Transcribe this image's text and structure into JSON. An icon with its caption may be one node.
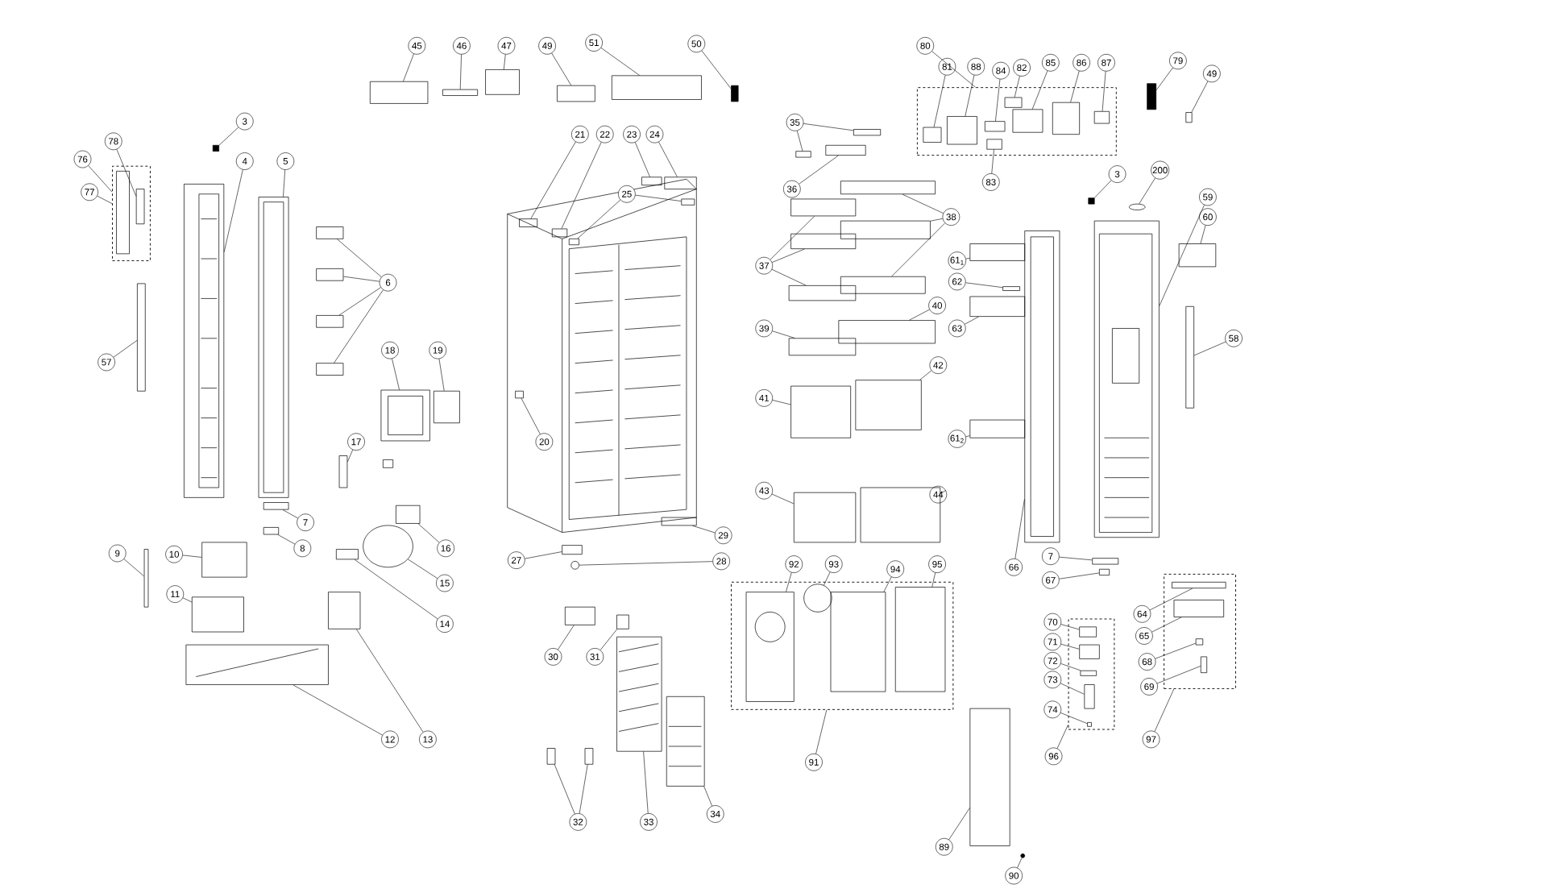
{
  "diagram": {
    "nodes": [
      {
        "text": [],
        "shape": "box"
      },
      {
        "text": [],
        "shape": "box"
      },
      {
        "text": [],
        "shape": "box"
      },
      {
        "text": [],
        "shape": "box"
      },
      {
        "text": [],
        "shape": "box"
      },
      {
        "text": [
          "45"
        ]
      },
      {
        "text": [
          "46"
        ]
      },
      {
        "text": [
          "47"
        ]
      },
      {
        "text": [
          "49"
        ]
      },
      {
        "text": [
          "51"
        ]
      },
      {
        "text": [
          "50"
        ]
      },
      {
        "text": [
          "80"
        ]
      },
      {
        "text": [
          "81"
        ]
      },
      {
        "text": [
          "88"
        ]
      },
      {
        "text": [
          "84"
        ]
      },
      {
        "text": [
          "82"
        ]
      },
      {
        "text": [
          "85"
        ]
      },
      {
        "text": [
          "86"
        ]
      },
      {
        "text": [
          "87"
        ]
      },
      {
        "text": [
          "83"
        ]
      },
      {
        "text": [
          "79"
        ]
      },
      {
        "text": [
          "49"
        ]
      },
      {
        "text": [
          "3"
        ]
      },
      {
        "text": [
          "78"
        ]
      },
      {
        "text": [
          "76"
        ]
      },
      {
        "text": [
          "77"
        ]
      },
      {
        "text": [
          "4"
        ]
      },
      {
        "text": [
          "5"
        ]
      },
      {
        "text": [
          "6"
        ]
      },
      {
        "text": [
          "57"
        ]
      },
      {
        "text": [
          "18"
        ]
      },
      {
        "text": [
          "19"
        ]
      },
      {
        "text": [
          "17"
        ]
      },
      {
        "text": [
          "20"
        ]
      },
      {
        "text": [
          "21"
        ]
      },
      {
        "text": [
          "22"
        ]
      },
      {
        "text": [
          "23"
        ]
      },
      {
        "text": [
          "24"
        ]
      },
      {
        "text": [
          "25"
        ]
      },
      {
        "text": [
          "35"
        ]
      },
      {
        "text": [
          "36"
        ]
      },
      {
        "text": [
          "37"
        ]
      },
      {
        "text": [
          "38"
        ]
      },
      {
        "text": [
          "39"
        ]
      },
      {
        "text": [
          "40"
        ]
      },
      {
        "text": [
          "41"
        ]
      },
      {
        "text": [
          "42"
        ]
      },
      {
        "text": [
          "43"
        ]
      },
      {
        "text": [
          "44"
        ]
      },
      {
        "text": [
          "3"
        ]
      },
      {
        "text": [
          "200"
        ]
      },
      {
        "text": [
          "59"
        ]
      },
      {
        "text": [
          "60"
        ]
      },
      {
        "text": [
          "61$_{1}$"
        ]
      },
      {
        "text": [
          "62"
        ]
      },
      {
        "text": [
          "63"
        ]
      },
      {
        "text": [
          "61$_{2}$"
        ]
      },
      {
        "text": [
          "58"
        ]
      },
      {
        "text": [
          "66"
        ]
      },
      {
        "text": [
          "7"
        ]
      },
      {
        "text": [
          "67"
        ]
      },
      {
        "text": [
          "7"
        ]
      },
      {
        "text": [
          "8"
        ]
      },
      {
        "text": [
          "16"
        ]
      },
      {
        "text": [
          "15"
        ]
      },
      {
        "text": [
          "14"
        ]
      },
      {
        "text": [
          "9"
        ]
      },
      {
        "text": [
          "10"
        ]
      },
      {
        "text": [
          "11"
        ]
      },
      {
        "text": [
          "29"
        ]
      },
      {
        "text": [
          "27"
        ]
      },
      {
        "text": [
          "28"
        ]
      },
      {
        "text": [
          "92"
        ]
      },
      {
        "text": [
          "93"
        ]
      },
      {
        "text": [
          "94"
        ]
      },
      {
        "text": [
          "95"
        ]
      },
      {
        "text": [
          "70"
        ]
      },
      {
        "text": [
          "71"
        ]
      },
      {
        "text": [
          "72"
        ]
      },
      {
        "text": [
          "73"
        ]
      },
      {
        "text": [
          "74"
        ]
      },
      {
        "text": [
          "64"
        ]
      },
      {
        "text": [
          "65"
        ]
      },
      {
        "text": [
          "68"
        ]
      },
      {
        "text": [
          "69"
        ]
      },
      {
        "text": [
          "30"
        ]
      },
      {
        "text": [
          "31"
        ]
      },
      {
        "text": [
          "12"
        ]
      },
      {
        "text": [
          "13"
        ]
      },
      {
        "text": [
          "91"
        ]
      },
      {
        "text": [
          "96"
        ]
      },
      {
        "text": [
          "97"
        ]
      },
      {
        "text": [
          "32"
        ]
      },
      {
        "text": [
          "33"
        ]
      },
      {
        "text": [
          "34"
        ]
      },
      {
        "text": [
          "89"
        ]
      },
      {
        "text": [
          "90"
        ]
      },
      {
        "text": [],
        "shape": "box"
      },
      {
        "text": [],
        "shape": "box"
      },
      {
        "text": [],
        "shape": "box"
      },
      {
        "text": [],
        "shape": "box"
      },
      {
        "text": [],
        "shape": "box"
      },
      {
        "text": [],
        "shape": "box"
      },
      {
        "text": [],
        "shape": "box",
        "in": 0
      },
      {
        "text": [],
        "shape": "box",
        "in": 0
      },
      {
        "text": [],
        "shape": "box",
        "in": 0
      },
      {
        "text": [],
        "shape": "box",
        "in": 0
      },
      {
        "text": [],
        "shape": "box",
        "in": 0
      },
      {
        "text": [],
        "shape": "box",
        "in": 0
      },
      {
        "text": [],
        "shape": "box",
        "in": 0
      },
      {
        "text": [],
        "shape": "box",
        "in": 0
      },
      {
        "text": [],
        "shape": "box"
      },
      {
        "text": [],
        "shape": "box"
      },
      {
        "text": [],
        "shape": "box"
      },
      {
        "text": [],
        "shape": "box",
        "in": 1
      },
      {
        "text": [],
        "shape": "box"
      },
      {
        "text": [],
        "shape": "box"
      },
      {
        "text": [],
        "shape": "box"
      },
      {
        "text": [],
        "shape": "box"
      },
      {
        "text": [],
        "shape": "box"
      },
      {
        "text": [],
        "shape": "box"
      },
      {
        "text": [],
        "shape": "box"
      },
      {
        "text": [],
        "shape": "box"
      },
      {
        "text": [],
        "shape": "box"
      },
      {
        "text": [],
        "shape": "box"
      },
      {
        "text": [],
        "shape": "box"
      },
      {
        "text": [],
        "shape": "box"
      },
      {
        "text": [],
        "shape": "box"
      },
      {
        "text": [],
        "shape": "box"
      },
      {
        "text": [],
        "shape": "box"
      },
      {
        "text": [],
        "shape": "box"
      },
      {
        "text": [],
        "shape": "box"
      },
      {
        "text": [],
        "shape": "box"
      },
      {
        "text": [],
        "shape": "box"
      },
      {
        "text": [],
        "shape": "box"
      },
      {
        "text": [],
        "shape": "box"
      },
      {
        "text": [],
        "shape": "box"
      },
      {
        "text": [],
        "shape": "box"
      },
      {
        "text": [],
        "shape": "box"
      },
      {
        "text": [],
        "shape": "box"
      },
      {
        "text": [],
        "shape": "box"
      },
      {
        "text": [],
        "shape": "box"
      },
      {
        "text": [],
        "shape": "box"
      },
      {
        "text": [],
        "shape": "box"
      },
      {
        "text": [],
        "shape": "box"
      },
      {
        "text": [],
        "shape": "box"
      },
      {
        "text": [],
        "shape": "box"
      },
      {
        "text": [],
        "shape": "box"
      },
      {
        "text": [],
        "shape": "circle"
      },
      {
        "text": [],
        "shape": "box"
      },
      {
        "text": [],
        "shape": "box"
      },
      {
        "text": [],
        "shape": "box"
      },
      {
        "text": [],
        "shape": "box"
      },
      {
        "text": [],
        "shape": "box"
      },
      {
        "text": [],
        "shape": "box"
      },
      {
        "text": [],
        "shape": "box"
      },
      {
        "text": [],
        "shape": "box"
      },
      {
        "text": [],
        "shape": "box"
      },
      {
        "text": [],
        "shape": "box"
      },
      {
        "text": [],
        "shape": "box"
      },
      {
        "text": [],
        "shape": "box"
      },
      {
        "text": [],
        "shape": "box"
      },
      {
        "text": [],
        "shape": "circle"
      },
      {
        "text": [],
        "shape": "box"
      },
      {
        "text": [],
        "shape": "box"
      },
      {
        "text": [],
        "shape": "box"
      },
      {
        "text": [],
        "shape": "box"
      },
      {
        "text": [],
        "shape": "box"
      },
      {
        "text": [],
        "shape": "box"
      },
      {
        "text": [],
        "shape": "circle"
      },
      {
        "text": [],
        "shape": "box",
        "in": 2
      },
      {
        "text": [],
        "shape": "circle",
        "in": 2
      },
      {
        "text": [],
        "shape": "box",
        "in": 2
      },
      {
        "text": [],
        "shape": "box",
        "in": 2
      },
      {
        "text": [],
        "shape": "box",
        "in": 3
      },
      {
        "text": [],
        "shape": "box",
        "in": 3
      },
      {
        "text": [],
        "shape": "box",
        "in": 3
      },
      {
        "text": [],
        "shape": "box",
        "in": 3
      },
      {
        "text": [],
        "shape": "box",
        "in": 3
      },
      {
        "text": [],
        "shape": "box",
        "in": 4
      },
      {
        "text": [],
        "shape": "box",
        "in": 4
      },
      {
        "text": [],
        "shape": "box",
        "in": 4
      },
      {
        "text": [],
        "shape": "box",
        "in": 4
      },
      {
        "text": [],
        "shape": "box"
      },
      {
        "text": [],
        "shape": "box"
      },
      {
        "text": [],
        "shape": "box"
      },
      {
        "text": [],
        "shape": "box"
      },
      {
        "text": [],
        "shape": "box"
      },
      {
        "text": [],
        "shape": "box"
      },
      {
        "text": [],
        "shape": "box"
      },
      {
        "text": [],
        "shape": "box"
      },
      {
        "text": [],
        "shape": "box"
      },
      {
        "text": [],
        "shape": "circle"
      }
    ],
    "edges": [
      {
        "from": 5,
        "to": 97,
        "arrow": "none"
      },
      {
        "from": 6,
        "to": 98,
        "arrow": "none"
      },
      {
        "from": 7,
        "to": 99,
        "arrow": "none"
      },
      {
        "from": 8,
        "to": 100,
        "arrow": "none"
      },
      {
        "from": 9,
        "to": 101,
        "arrow": "none"
      },
      {
        "from": 10,
        "to": 102,
        "arrow": "none"
      },
      {
        "from": 11,
        "to": 0,
        "arrow": "none"
      },
      {
        "from": 12,
        "to": 103,
        "arrow": "none"
      },
      {
        "from": 13,
        "to": 104,
        "arrow": "none"
      },
      {
        "from": 14,
        "to": 105,
        "arrow": "none"
      },
      {
        "from": 15,
        "to": 106,
        "arrow": "none"
      },
      {
        "from": 16,
        "to": 107,
        "arrow": "none"
      },
      {
        "from": 17,
        "to": 108,
        "arrow": "none"
      },
      {
        "from": 18,
        "to": 109,
        "arrow": "none"
      },
      {
        "from": 19,
        "to": 110,
        "arrow": "none"
      },
      {
        "from": 20,
        "to": 111,
        "arrow": "none"
      },
      {
        "from": 21,
        "to": 112,
        "arrow": "none"
      },
      {
        "from": 22,
        "to": 113,
        "arrow": "none"
      },
      {
        "from": 23,
        "to": 114,
        "arrow": "none"
      },
      {
        "from": 24,
        "to": 1,
        "arrow": "none"
      },
      {
        "from": 25,
        "to": 1,
        "arrow": "none"
      },
      {
        "from": 26,
        "to": 115,
        "arrow": "none"
      },
      {
        "from": 27,
        "to": 116,
        "arrow": "none"
      },
      {
        "from": 28,
        "to": 117,
        "arrow": "none"
      },
      {
        "from": 28,
        "to": 118,
        "arrow": "none"
      },
      {
        "from": 28,
        "to": 119,
        "arrow": "none"
      },
      {
        "from": 28,
        "to": 120,
        "arrow": "none"
      },
      {
        "from": 29,
        "to": 121,
        "arrow": "none"
      },
      {
        "from": 30,
        "to": 122,
        "arrow": "none"
      },
      {
        "from": 31,
        "to": 123,
        "arrow": "none"
      },
      {
        "from": 32,
        "to": 124,
        "arrow": "none"
      },
      {
        "from": 33,
        "to": 125,
        "arrow": "none"
      },
      {
        "from": 34,
        "to": 126,
        "arrow": "none"
      },
      {
        "from": 35,
        "to": 127,
        "arrow": "none"
      },
      {
        "from": 36,
        "to": 128,
        "arrow": "none"
      },
      {
        "from": 37,
        "to": 129,
        "arrow": "none"
      },
      {
        "from": 38,
        "to": 130,
        "arrow": "none"
      },
      {
        "from": 38,
        "to": 131,
        "arrow": "none"
      },
      {
        "from": 39,
        "to": 132,
        "arrow": "none"
      },
      {
        "from": 39,
        "to": 133,
        "arrow": "none"
      },
      {
        "from": 40,
        "to": 134,
        "arrow": "none"
      },
      {
        "from": 41,
        "to": 135,
        "arrow": "none"
      },
      {
        "from": 41,
        "to": 136,
        "arrow": "none"
      },
      {
        "from": 41,
        "to": 137,
        "arrow": "none"
      },
      {
        "from": 42,
        "to": 138,
        "arrow": "none"
      },
      {
        "from": 42,
        "to": 139,
        "arrow": "none"
      },
      {
        "from": 42,
        "to": 140,
        "arrow": "none"
      },
      {
        "from": 43,
        "to": 141,
        "arrow": "none"
      },
      {
        "from": 44,
        "to": 142,
        "arrow": "none"
      },
      {
        "from": 45,
        "to": 143,
        "arrow": "none"
      },
      {
        "from": 46,
        "to": 144,
        "arrow": "none"
      },
      {
        "from": 47,
        "to": 145,
        "arrow": "none"
      },
      {
        "from": 48,
        "to": 146,
        "arrow": "none"
      },
      {
        "from": 49,
        "to": 147,
        "arrow": "none"
      },
      {
        "from": 50,
        "to": 148,
        "arrow": "none"
      },
      {
        "from": 51,
        "to": 149,
        "arrow": "none"
      },
      {
        "from": 52,
        "to": 150,
        "arrow": "none"
      },
      {
        "from": 53,
        "to": 151,
        "arrow": "none"
      },
      {
        "from": 54,
        "to": 152,
        "arrow": "none"
      },
      {
        "from": 55,
        "to": 153,
        "arrow": "none"
      },
      {
        "from": 56,
        "to": 154,
        "arrow": "none"
      },
      {
        "from": 57,
        "to": 155,
        "arrow": "none"
      },
      {
        "from": 58,
        "to": 156,
        "arrow": "none"
      },
      {
        "from": 59,
        "to": 157,
        "arrow": "none"
      },
      {
        "from": 60,
        "to": 158,
        "arrow": "none"
      },
      {
        "from": 61,
        "to": 159,
        "arrow": "none"
      },
      {
        "from": 62,
        "to": 160,
        "arrow": "none"
      },
      {
        "from": 63,
        "to": 161,
        "arrow": "none"
      },
      {
        "from": 64,
        "to": 162,
        "arrow": "none"
      },
      {
        "from": 65,
        "to": 163,
        "arrow": "none"
      },
      {
        "from": 66,
        "to": 164,
        "arrow": "none"
      },
      {
        "from": 67,
        "to": 165,
        "arrow": "none"
      },
      {
        "from": 68,
        "to": 166,
        "arrow": "none"
      },
      {
        "from": 69,
        "to": 167,
        "arrow": "none"
      },
      {
        "from": 70,
        "to": 168,
        "arrow": "none"
      },
      {
        "from": 71,
        "to": 169,
        "arrow": "none"
      },
      {
        "from": 72,
        "to": 170,
        "arrow": "none"
      },
      {
        "from": 73,
        "to": 171,
        "arrow": "none"
      },
      {
        "from": 74,
        "to": 172,
        "arrow": "none"
      },
      {
        "from": 75,
        "to": 173,
        "arrow": "none"
      },
      {
        "from": 76,
        "to": 174,
        "arrow": "none"
      },
      {
        "from": 77,
        "to": 175,
        "arrow": "none"
      },
      {
        "from": 78,
        "to": 176,
        "arrow": "none"
      },
      {
        "from": 79,
        "to": 177,
        "arrow": "none"
      },
      {
        "from": 80,
        "to": 178,
        "arrow": "none"
      },
      {
        "from": 81,
        "to": 179,
        "arrow": "none"
      },
      {
        "from": 82,
        "to": 180,
        "arrow": "none"
      },
      {
        "from": 83,
        "to": 181,
        "arrow": "none"
      },
      {
        "from": 84,
        "to": 182,
        "arrow": "none"
      },
      {
        "from": 85,
        "to": 183,
        "arrow": "none"
      },
      {
        "from": 86,
        "to": 184,
        "arrow": "none"
      },
      {
        "from": 87,
        "to": 185,
        "arrow": "none"
      },
      {
        "from": 88,
        "to": 186,
        "arrow": "none"
      },
      {
        "from": 89,
        "to": 2,
        "arrow": "none"
      },
      {
        "from": 90,
        "to": 3,
        "arrow": "none"
      },
      {
        "from": 91,
        "to": 4,
        "arrow": "none"
      },
      {
        "from": 92,
        "to": 187,
        "arrow": "none"
      },
      {
        "from": 92,
        "to": 188,
        "arrow": "none"
      },
      {
        "from": 93,
        "to": 189,
        "arrow": "none"
      },
      {
        "from": 94,
        "to": 190,
        "arrow": "none"
      },
      {
        "from": 95,
        "to": 191,
        "arrow": "none"
      },
      {
        "from": 96,
        "to": 192,
        "arrow": "none"
      }
    ]
  }
}
